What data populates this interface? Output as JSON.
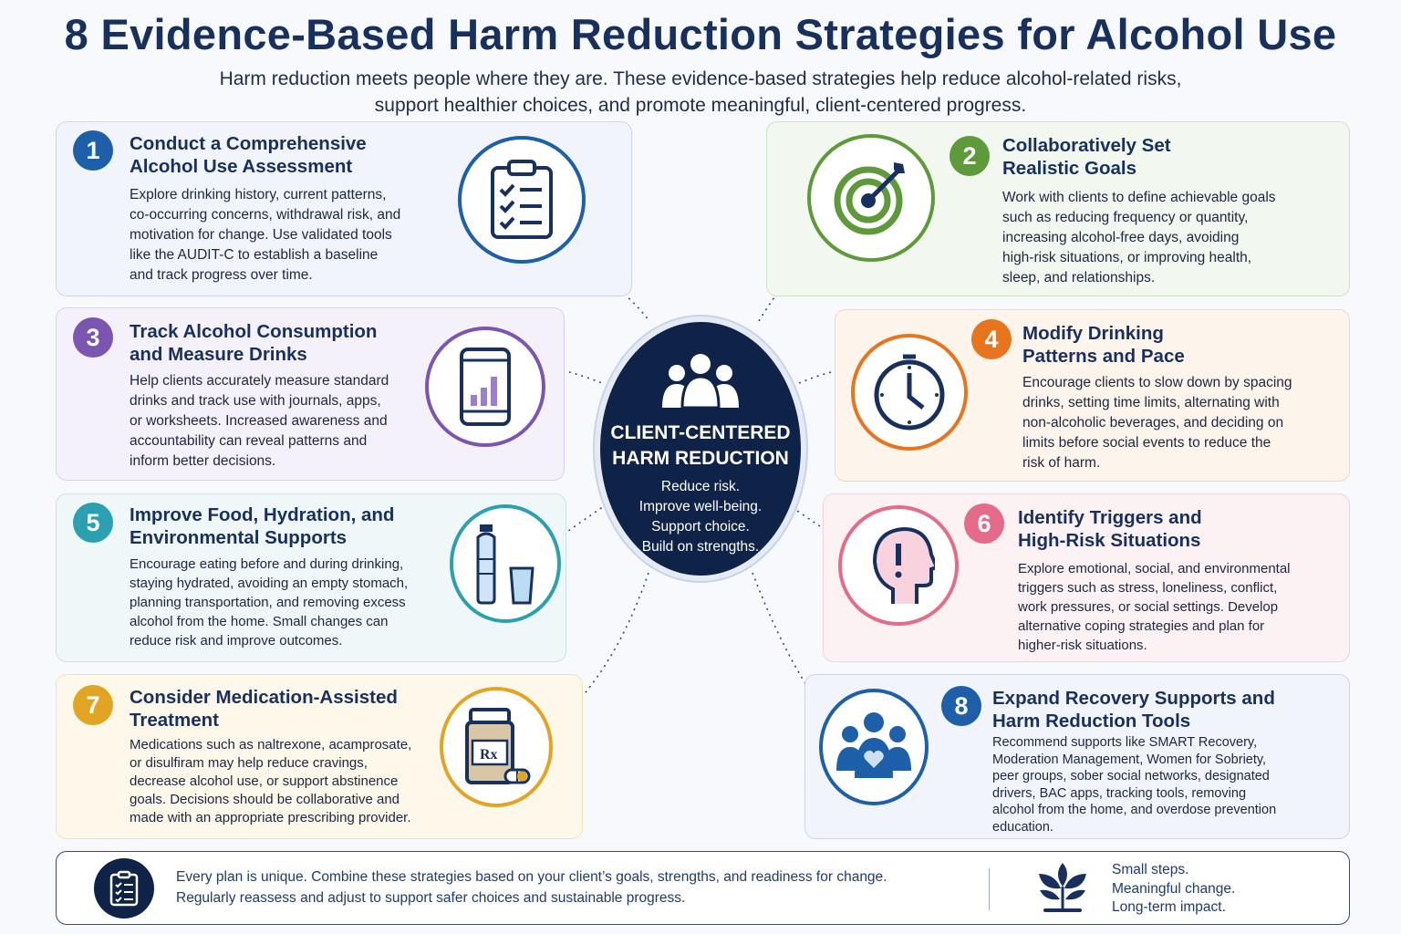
{
  "header": {
    "title": "8 Evidence-Based Harm Reduction Strategies for Alcohol Use",
    "subtitle_line1": "Harm reduction meets people where they are. These evidence-based strategies help reduce alcohol-related risks,",
    "subtitle_line2": "support healthier choices, and promote meaningful, client-centered progress."
  },
  "center": {
    "title_line1": "CLIENT-CENTERED",
    "title_line2": "HARM REDUCTION",
    "lines": [
      "Reduce risk.",
      "Improve well-being.",
      "Support choice.",
      "Build on strengths."
    ]
  },
  "strategies": [
    {
      "num": "1",
      "title1": "Conduct a Comprehensive",
      "title2": "Alcohol Use Assessment",
      "icon": "clipboard-checklist-icon",
      "color": "#1d5fa8",
      "body": [
        "Explore drinking history, current patterns,",
        "co-occurring concerns, withdrawal risk, and",
        "motivation for change. Use validated tools",
        "like the AUDIT-C to establish a baseline",
        "and track progress over time."
      ]
    },
    {
      "num": "2",
      "title1": "Collaboratively Set",
      "title2": "Realistic Goals",
      "icon": "target-icon",
      "color": "#5e9a3a",
      "body": [
        "Work with clients to define achievable goals",
        "such as reducing frequency or quantity,",
        "increasing alcohol-free days, avoiding",
        "high-risk situations, or improving health,",
        "sleep, and relationships."
      ]
    },
    {
      "num": "3",
      "title1": "Track Alcohol Consumption",
      "title2": "and Measure Drinks",
      "icon": "phone-chart-icon",
      "color": "#7b55b0",
      "body": [
        "Help clients accurately measure standard",
        "drinks and track use with journals, apps,",
        "or worksheets. Increased awareness and",
        "accountability can reveal patterns and",
        "inform better decisions."
      ]
    },
    {
      "num": "4",
      "title1": "Modify Drinking",
      "title2": "Patterns and Pace",
      "icon": "clock-icon",
      "color": "#e8741e",
      "body": [
        "Encourage clients to slow down by spacing",
        "drinks, setting time limits, alternating with",
        "non-alcoholic beverages, and deciding on",
        "limits before social events to reduce the",
        "risk of harm."
      ]
    },
    {
      "num": "5",
      "title1": "Improve Food, Hydration, and",
      "title2": "Environmental Supports",
      "icon": "water-bottle-icon",
      "color": "#2aa0b0",
      "body": [
        "Encourage eating before and during drinking,",
        "staying hydrated, avoiding an empty stomach,",
        "planning transportation, and removing excess",
        "alcohol from the home. Small changes can",
        "reduce risk and improve outcomes."
      ]
    },
    {
      "num": "6",
      "title1": "Identify Triggers and",
      "title2": "High-Risk Situations",
      "icon": "head-alert-icon",
      "color": "#e46c8a",
      "body": [
        "Explore emotional, social, and environmental",
        "triggers such as stress, loneliness, conflict,",
        "work pressures, or social settings. Develop",
        "alternative coping strategies and plan for",
        "higher-risk situations."
      ]
    },
    {
      "num": "7",
      "title1": "Consider Medication-Assisted",
      "title2": "Treatment",
      "icon": "pill-bottle-icon",
      "color": "#e2a523",
      "body": [
        "Medications such as naltrexone, acamprosate,",
        "or disulfiram may help reduce cravings,",
        "decrease alcohol use, or support abstinence",
        "goals. Decisions should be collaborative and",
        "made with an appropriate prescribing provider."
      ]
    },
    {
      "num": "8",
      "title1": "Expand Recovery Supports and",
      "title2": "Harm Reduction Tools",
      "icon": "support-group-icon",
      "color": "#1d5fa8",
      "body": [
        "Recommend supports like SMART Recovery,",
        "Moderation Management, Women for Sobriety,",
        "peer groups, sober social networks, designated",
        "drivers, BAC apps, tracking tools, removing",
        "alcohol from the home, and overdose prevention",
        "education."
      ]
    }
  ],
  "rx_label": "Rx",
  "footer": {
    "line1": "Every plan is unique. Combine these strategies based on your client’s goals, strengths, and readiness for change.",
    "line2": "Regularly reassess and adjust to support safer choices and sustainable progress.",
    "slogan": [
      "Small steps.",
      "Meaningful change.",
      "Long-term impact."
    ]
  }
}
